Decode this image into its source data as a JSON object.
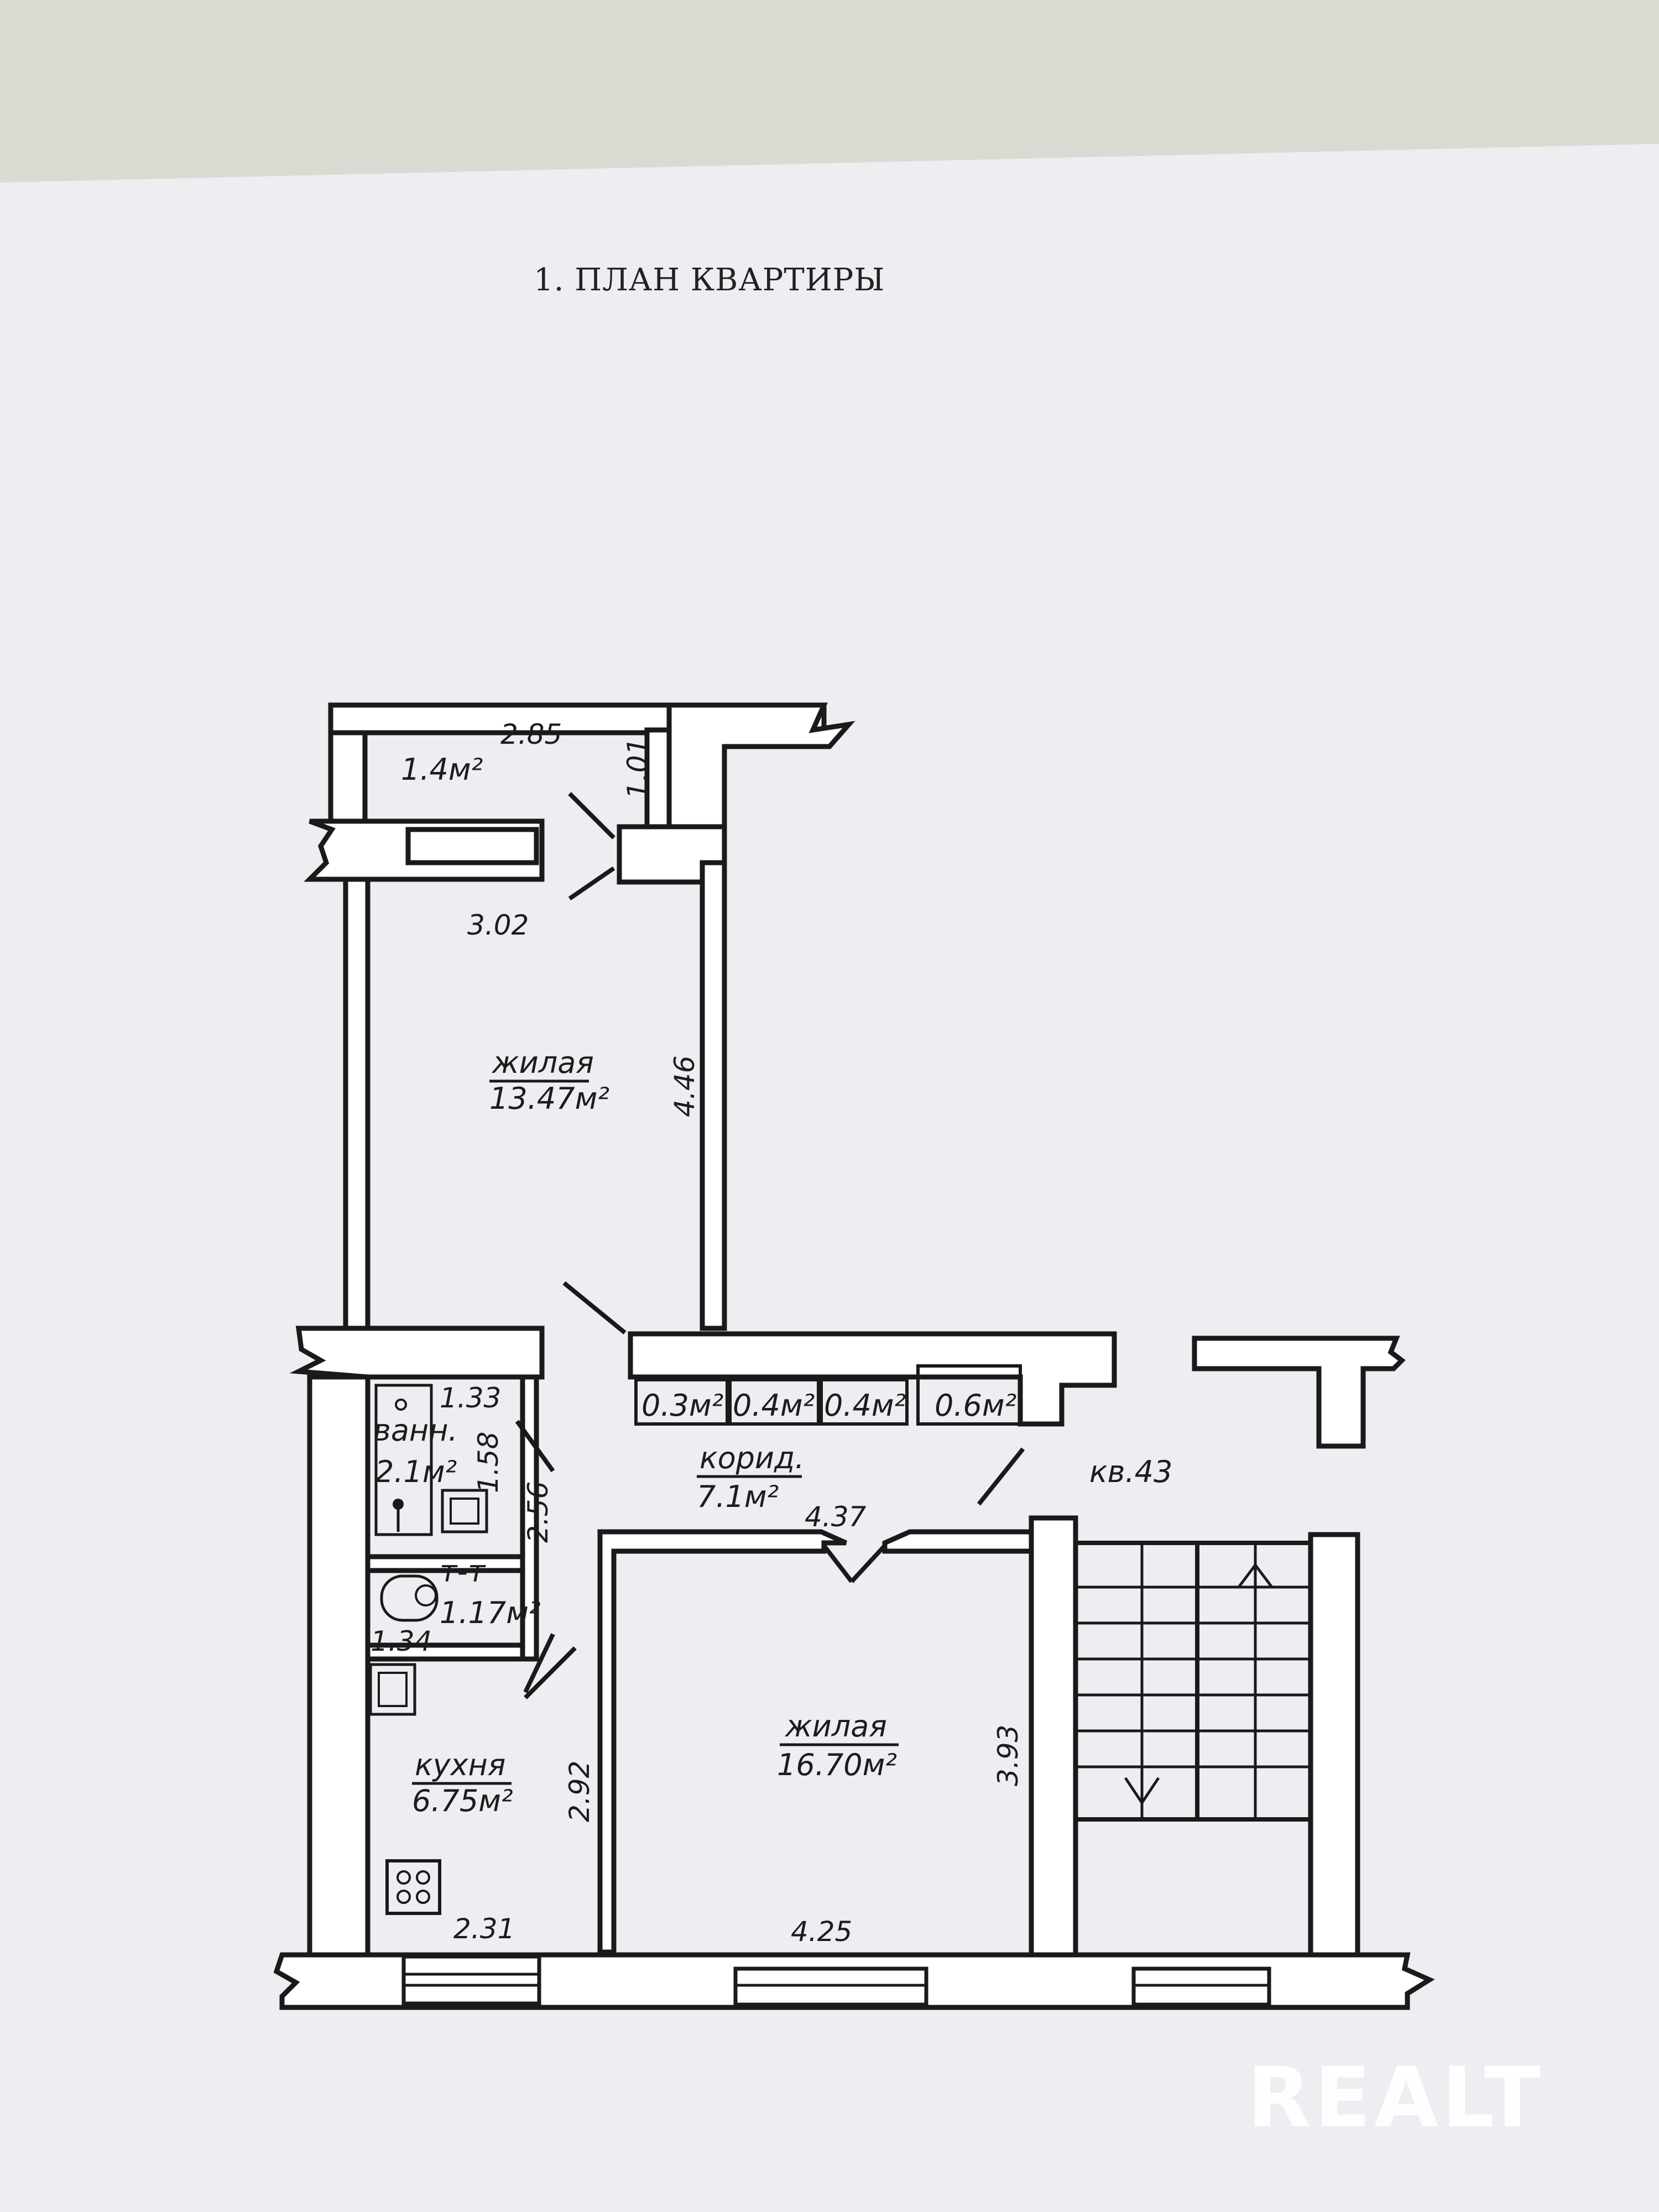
{
  "title": "1. ПЛАН КВАРТИРЫ",
  "apartment_label": "кв.43",
  "watermark": "REALT",
  "rooms": {
    "balcony": {
      "area": "1.4м²",
      "width": "2.85",
      "depth": "1.01"
    },
    "living1": {
      "name": "жилая",
      "area": "13.47м²",
      "width": "3.02",
      "length": "4.46"
    },
    "bath": {
      "name": "ванн.",
      "area": "2.1м²",
      "width": "1.33",
      "depth": "1.58"
    },
    "toilet": {
      "name": "т-т",
      "area": "1.17м²",
      "width": "1.34"
    },
    "corridor": {
      "name": "корид.",
      "area": "7.1м²",
      "length": "4.37",
      "depth": "2.56"
    },
    "closets": [
      "0.3м²",
      "0.4м²",
      "0.4м²",
      "0.6м²"
    ],
    "kitchen": {
      "name": "кухня",
      "area": "6.75м²",
      "width": "2.31",
      "length": "2.92"
    },
    "living2": {
      "name": "жилая",
      "area": "16.70м²",
      "width": "4.25",
      "length": "3.93"
    }
  },
  "icons": [
    "stove-icon",
    "sink-icon",
    "bathtub-icon",
    "toilet-icon",
    "stair-arrow-up-icon",
    "stair-arrow-down-icon"
  ]
}
